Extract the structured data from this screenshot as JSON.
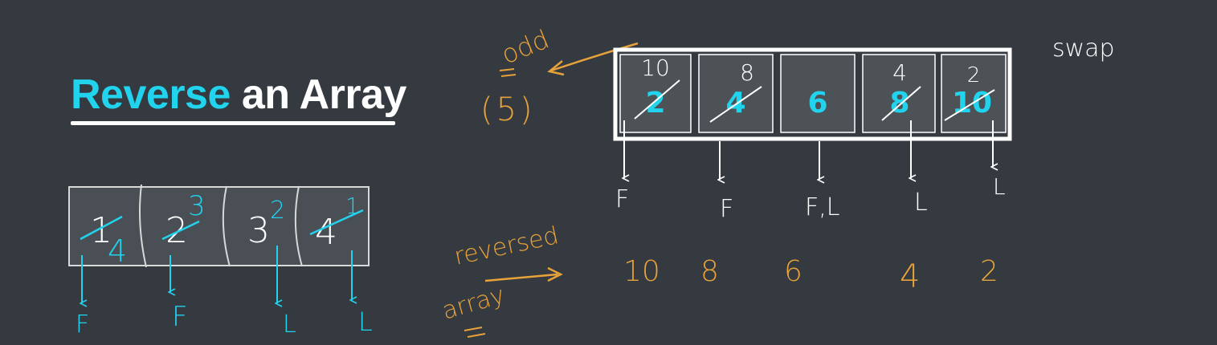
{
  "title": {
    "highlight": "Reverse",
    "rest": "an Array"
  },
  "colors": {
    "background": "#343a40",
    "accent": "#22d3ee",
    "annotation_orange": "#e8a23a",
    "white": "#ffffff"
  },
  "left_example": {
    "cells": [
      {
        "orig": "1",
        "new": "4"
      },
      {
        "orig": "2",
        "new": "3"
      },
      {
        "orig": "3",
        "new": "2"
      },
      {
        "orig": "4",
        "new": "1"
      }
    ],
    "pointers": [
      "F",
      "F",
      "L",
      "L"
    ]
  },
  "main_array": {
    "cells": [
      {
        "value": "2",
        "crossed": true,
        "new": "10"
      },
      {
        "value": "4",
        "crossed": true,
        "new": "8"
      },
      {
        "value": "6",
        "crossed": false,
        "new": ""
      },
      {
        "value": "8",
        "crossed": true,
        "new": "4"
      },
      {
        "value": "10",
        "crossed": true,
        "new": "2"
      }
    ],
    "pointers": [
      "F",
      "F",
      "F,L",
      "L",
      "L"
    ]
  },
  "notes": {
    "odd": "odd",
    "count": "(5)",
    "swap": "swap",
    "reversed_line1": "reversed",
    "reversed_line2": "array"
  },
  "reversed_values": [
    "10",
    "8",
    "6",
    "4",
    "2"
  ]
}
